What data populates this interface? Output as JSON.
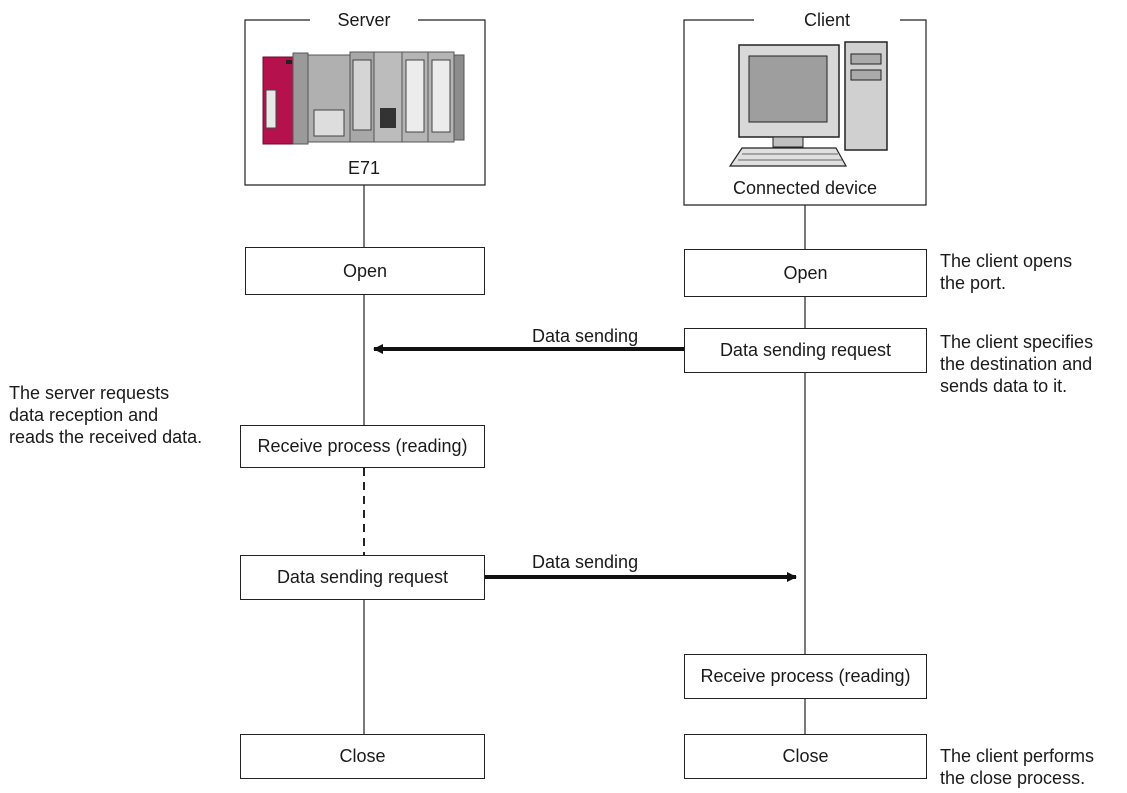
{
  "server": {
    "title": "Server",
    "device_label": "E71",
    "steps": {
      "open": "Open",
      "receive": "Receive process (reading)",
      "send": "Data sending request",
      "close": "Close"
    },
    "note": "The server requests\ndata reception and\nreads the received data."
  },
  "client": {
    "title": "Client",
    "device_label": "Connected device",
    "steps": {
      "open": "Open",
      "send": "Data sending request",
      "receive": "Receive process (reading)",
      "close": "Close"
    },
    "notes": {
      "open": "The client opens\nthe port.",
      "send": "The client specifies\nthe destination and\nsends data to it.",
      "close": "The client performs\nthe close process."
    }
  },
  "arrows": {
    "client_to_server": "Data sending",
    "server_to_client": "Data sending"
  }
}
